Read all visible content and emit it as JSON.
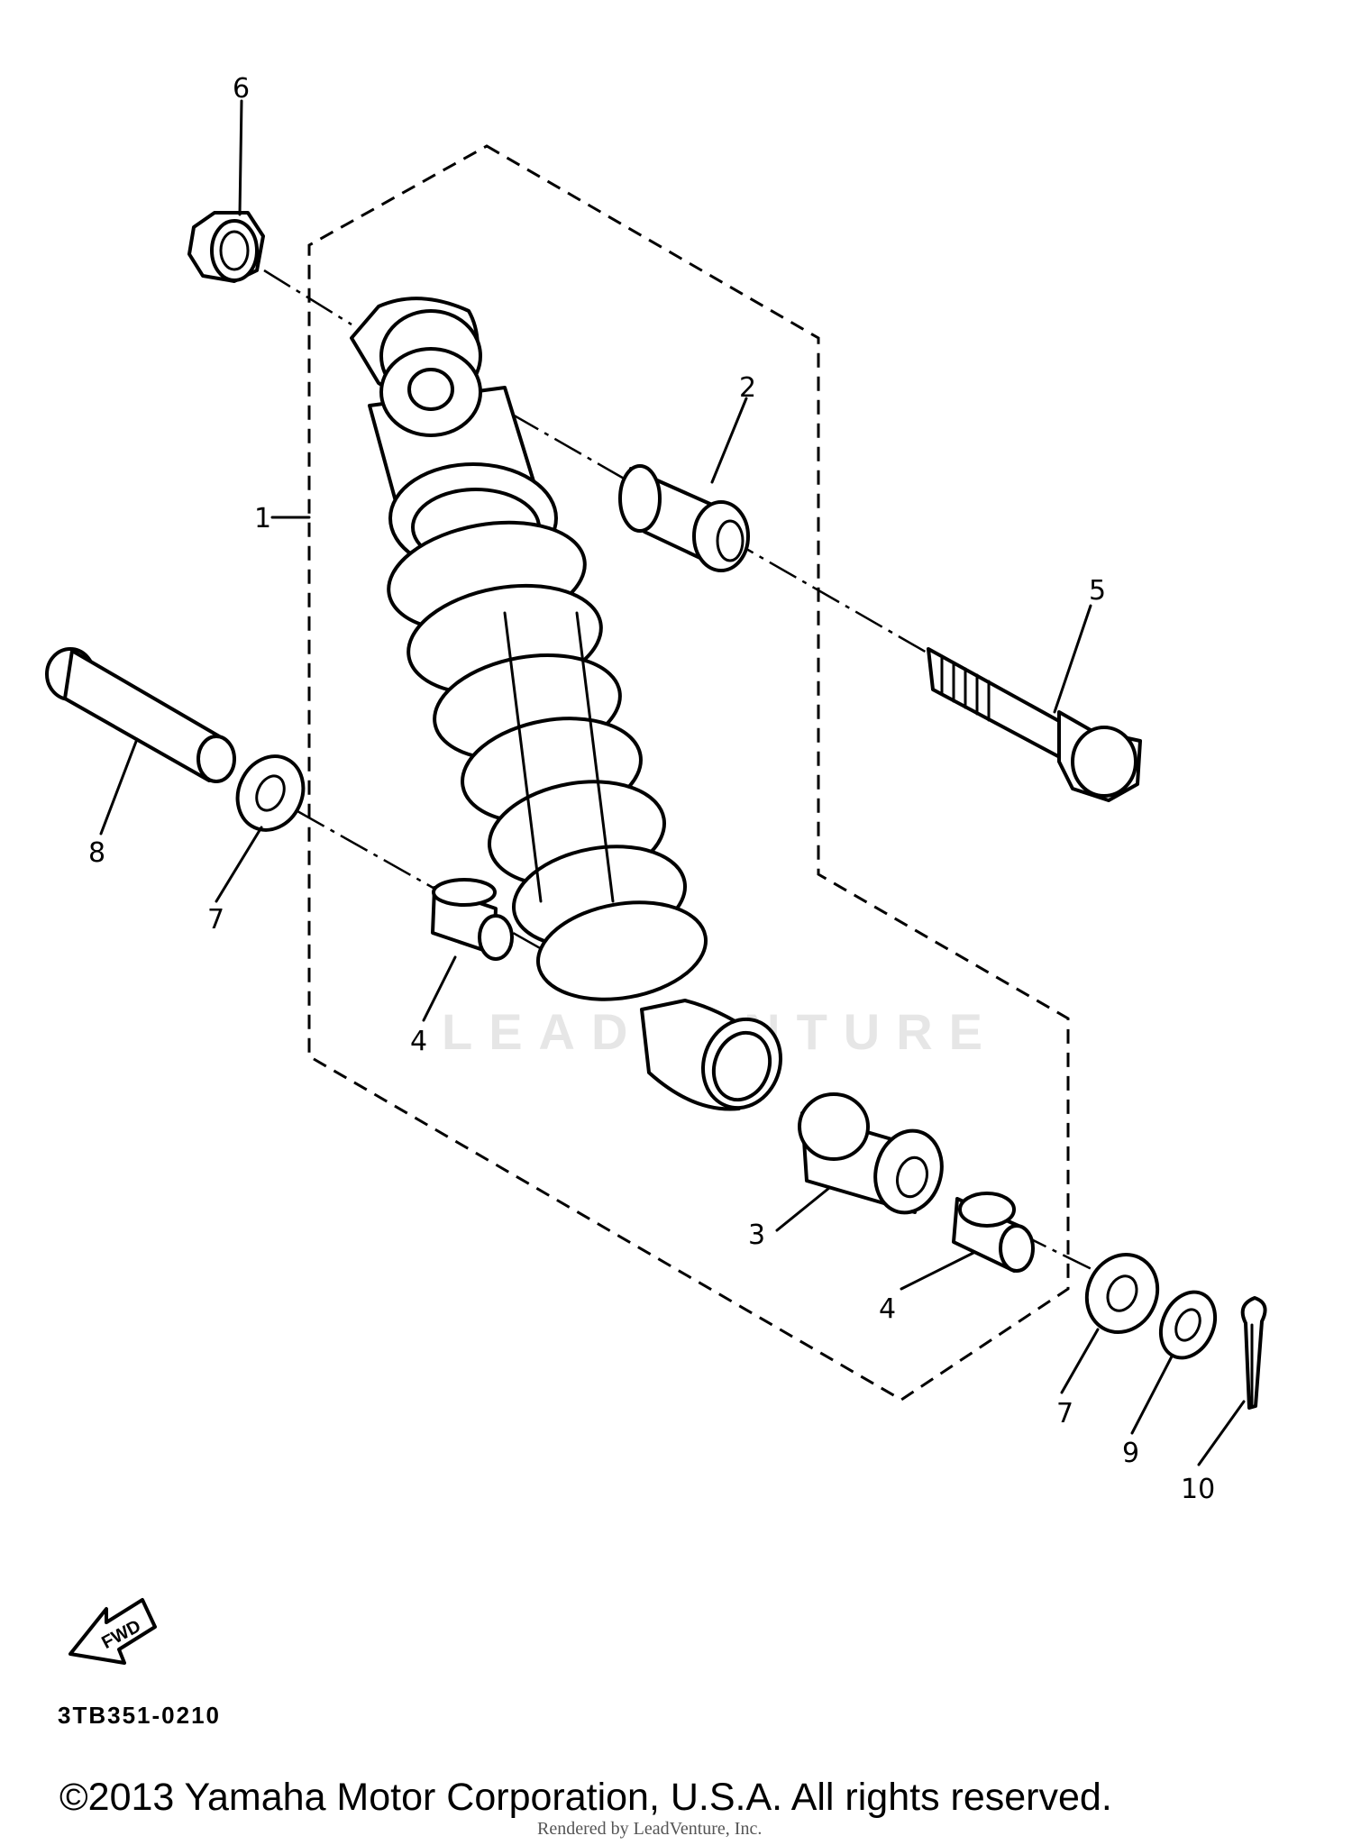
{
  "callouts": {
    "shock_absorber": "1",
    "bushing_upper": "2",
    "bushing_lower": "3",
    "collar_left": "4",
    "collar_right": "4",
    "upper_bolt": "5",
    "nut": "6",
    "washer_left": "7",
    "washer_right": "7",
    "lower_pin": "8",
    "plain_washer": "9",
    "cotter_pin": "10"
  },
  "fwd_label": "FWD",
  "watermark": "LEADVENTURE",
  "diagram_code": "3TB351-0210",
  "copyright": "©2013 Yamaha Motor Corporation, U.S.A. All rights reserved.",
  "rendered_by": "Rendered by LeadVenture, Inc."
}
